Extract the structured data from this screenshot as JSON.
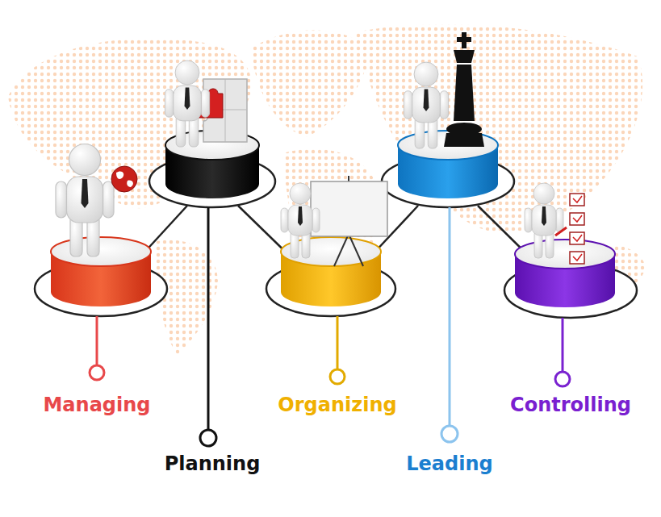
{
  "diagram": {
    "labels": [
      "Managing",
      "Planning",
      "Organizing",
      "Leading",
      "Controlling"
    ]
  }
}
